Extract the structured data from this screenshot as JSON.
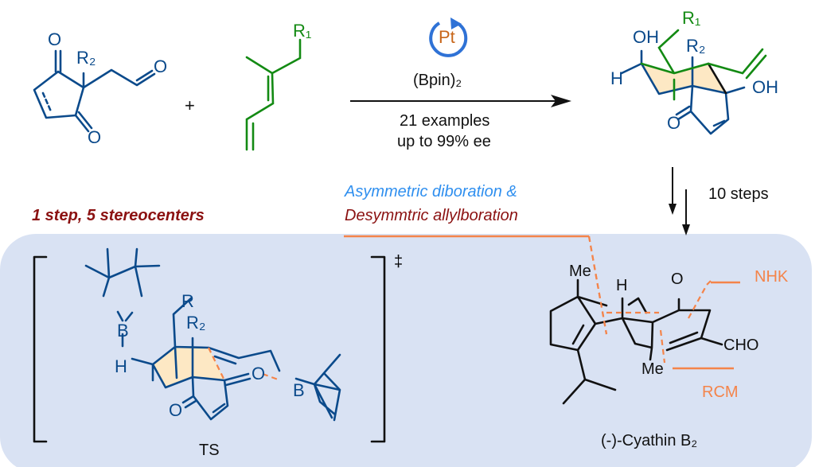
{
  "colors": {
    "molecule": "#0b4a8b",
    "diene": "#138a13",
    "highlight": "#f4844a",
    "panel": "#d9e2f3",
    "accent_blue": "#2f8fef",
    "dark_red": "#8b1111",
    "ring_fill": "#fde8c4"
  },
  "reaction": {
    "catalyst": "Pt",
    "reagent": "(Bpin)₂",
    "examples": "21  examples",
    "ee": "up to 99% ee",
    "plus": "+",
    "steps": "10 steps"
  },
  "labels": {
    "sm_o1": "O",
    "sm_o2": "O",
    "sm_o3": "O",
    "sm_r2": "R₂",
    "diene_r1": "R₁",
    "p_oh1": "OH",
    "p_h": "H",
    "p_r1": "R₁",
    "p_r2": "R₂",
    "p_oh2": "OH",
    "p_o": "O",
    "ts_r": "R",
    "ts_r2": "R₂",
    "ts_o": "O",
    "ts_b": "B",
    "ts_h": "H",
    "ts_dagger": "‡",
    "ts_label": "TS",
    "cy_me1": "Me",
    "cy_h": "H",
    "cy_o": "O",
    "cy_cho": "CHO",
    "cy_me2": "Me",
    "cy_name": "(-)-Cyathin B₂",
    "nhk": "NHK",
    "rcm": "RCM"
  },
  "highlights": {
    "line1": "Asymmetric diboration &",
    "line2": "Desymmtric allylboration",
    "stereo": "1 step, 5 stereocenters"
  }
}
